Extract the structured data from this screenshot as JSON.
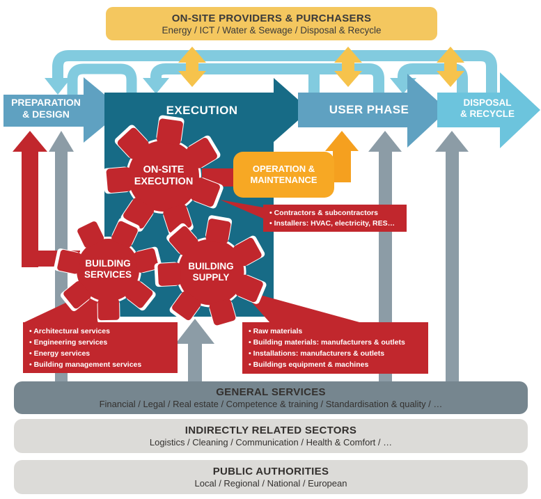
{
  "banner": {
    "title": "ON-SITE PROVIDERS & PURCHASERS",
    "subtitle": "Energy / ICT / Water & Sewage / Disposal & Recycle"
  },
  "phases": {
    "preparation": {
      "label": "PREPARATION\n& DESIGN"
    },
    "execution": {
      "label": "EXECUTION"
    },
    "user": {
      "label": "USER PHASE"
    },
    "disposal": {
      "label": "DISPOSAL\n& RECYCLE"
    }
  },
  "gears": {
    "onsite": {
      "label": "ON-SITE\nEXECUTION"
    },
    "services": {
      "label": "BUILDING\nSERVICES"
    },
    "supply": {
      "label": "BUILDING\nSUPPLY"
    }
  },
  "operation_box": {
    "label": "OPERATION &\nMAINTENANCE"
  },
  "callouts": {
    "contractors": {
      "items": [
        "Contractors & subcontractors",
        "Installers: HVAC, electricity, RES…"
      ]
    },
    "building_services": {
      "items": [
        "Architectural services",
        "Engineering services",
        "Energy services",
        "Building management services"
      ]
    },
    "building_supply": {
      "items": [
        "Raw materials",
        "Building materials: manufacturers & outlets",
        "Installations: manufacturers & outlets",
        "Buildings equipment & machines"
      ]
    }
  },
  "bottom_bars": [
    {
      "title": "GENERAL SERVICES",
      "subtitle": "Financial / Legal / Real estate / Competence & training / Standardisation & quality / …"
    },
    {
      "title": "INDIRECTLY RELATED SECTORS",
      "subtitle": "Logistics / Cleaning / Communication / Health & Comfort / …"
    },
    {
      "title": "PUBLIC AUTHORITIES",
      "subtitle": "Local / Regional / National / European"
    }
  ],
  "colors": {
    "yellow_banner": "#F4C75F",
    "yellow_arrow": "#F6C34C",
    "light_blue_pipe": "#82CBDF",
    "light_blue_arrow": "#6CC4DD",
    "medium_blue_arrow": "#5FA1C1",
    "dark_teal_box": "#176B86",
    "red": "#C1272D",
    "orange": "#F7A824",
    "gray_arrow": "#8C9CA6",
    "slate_bar": "#76868F",
    "light_gray_bar": "#DCDBD8"
  }
}
